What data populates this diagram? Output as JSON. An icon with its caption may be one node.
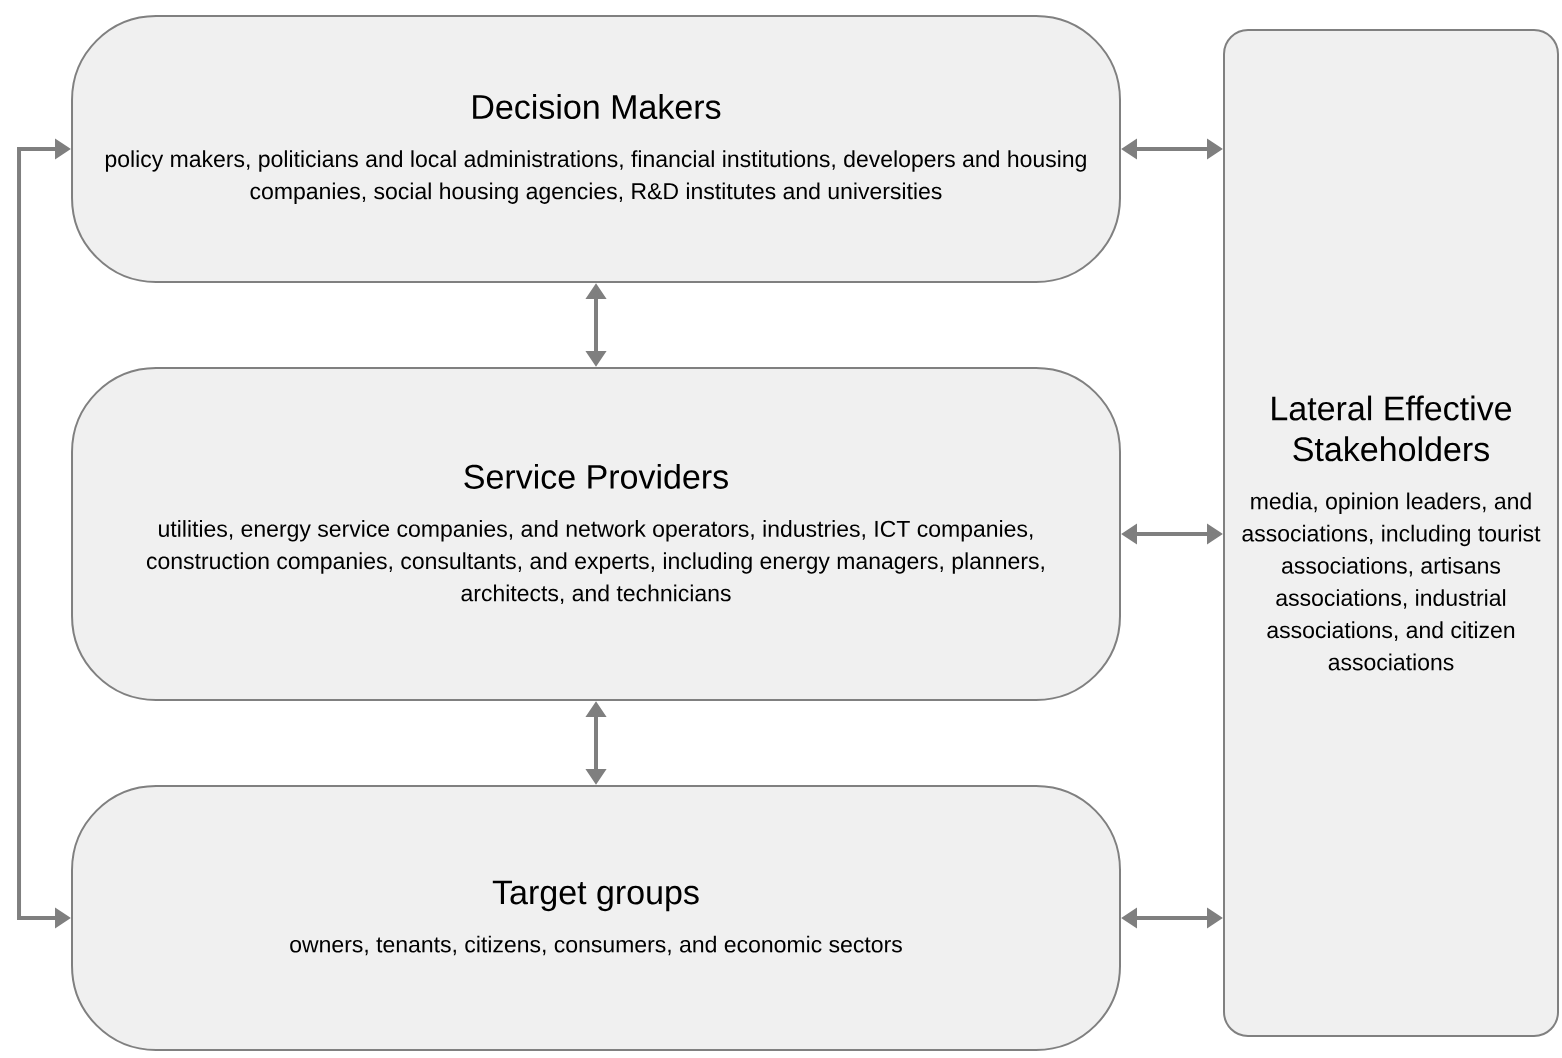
{
  "diagram": {
    "nodes": [
      {
        "text": [
          "Decision Makers",
          "policy makers, politicians and local administrations, financial institutions, developers and housing companies, social housing agencies, R&D institutes and universities"
        ]
      },
      {
        "text": [
          "Service Providers",
          "utilities, energy service companies, and network operators, industries, ICT companies, construction companies, consultants, and experts, including energy managers, planners, architects, and technicians"
        ]
      },
      {
        "text": [
          "Target groups",
          "owners, tenants, citizens, consumers, and economic sectors"
        ]
      },
      {
        "text": [
          "Lateral Effective Stakeholders",
          "media, opinion leaders, and associations, including tourist associations, artisans associations, industrial associations,  and citizen associations"
        ]
      }
    ],
    "edges": [
      {
        "from": 0,
        "to": 1,
        "arrow": "both"
      },
      {
        "from": 1,
        "to": 2,
        "arrow": "both"
      },
      {
        "from": 0,
        "to": 3,
        "arrow": "both"
      },
      {
        "from": 1,
        "to": 3,
        "arrow": "both"
      },
      {
        "from": 2,
        "to": 3,
        "arrow": "both"
      },
      {
        "from": 0,
        "to": 2,
        "arrow": "both"
      }
    ]
  }
}
